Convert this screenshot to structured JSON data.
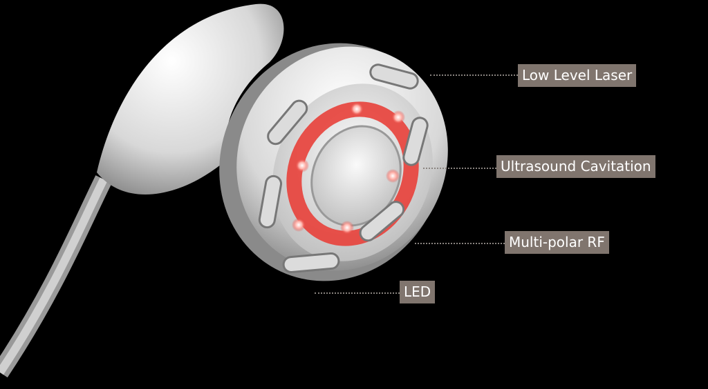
{
  "labels": {
    "low_level_laser": "Low Level Laser",
    "ultrasound_cavitation": "Ultrasound Cavitation",
    "multipolar_rf": "Multi-polar RF",
    "led": "LED"
  },
  "colors": {
    "background": "#000000",
    "label_bg": "#80756e",
    "led_red": "#e8403a"
  }
}
